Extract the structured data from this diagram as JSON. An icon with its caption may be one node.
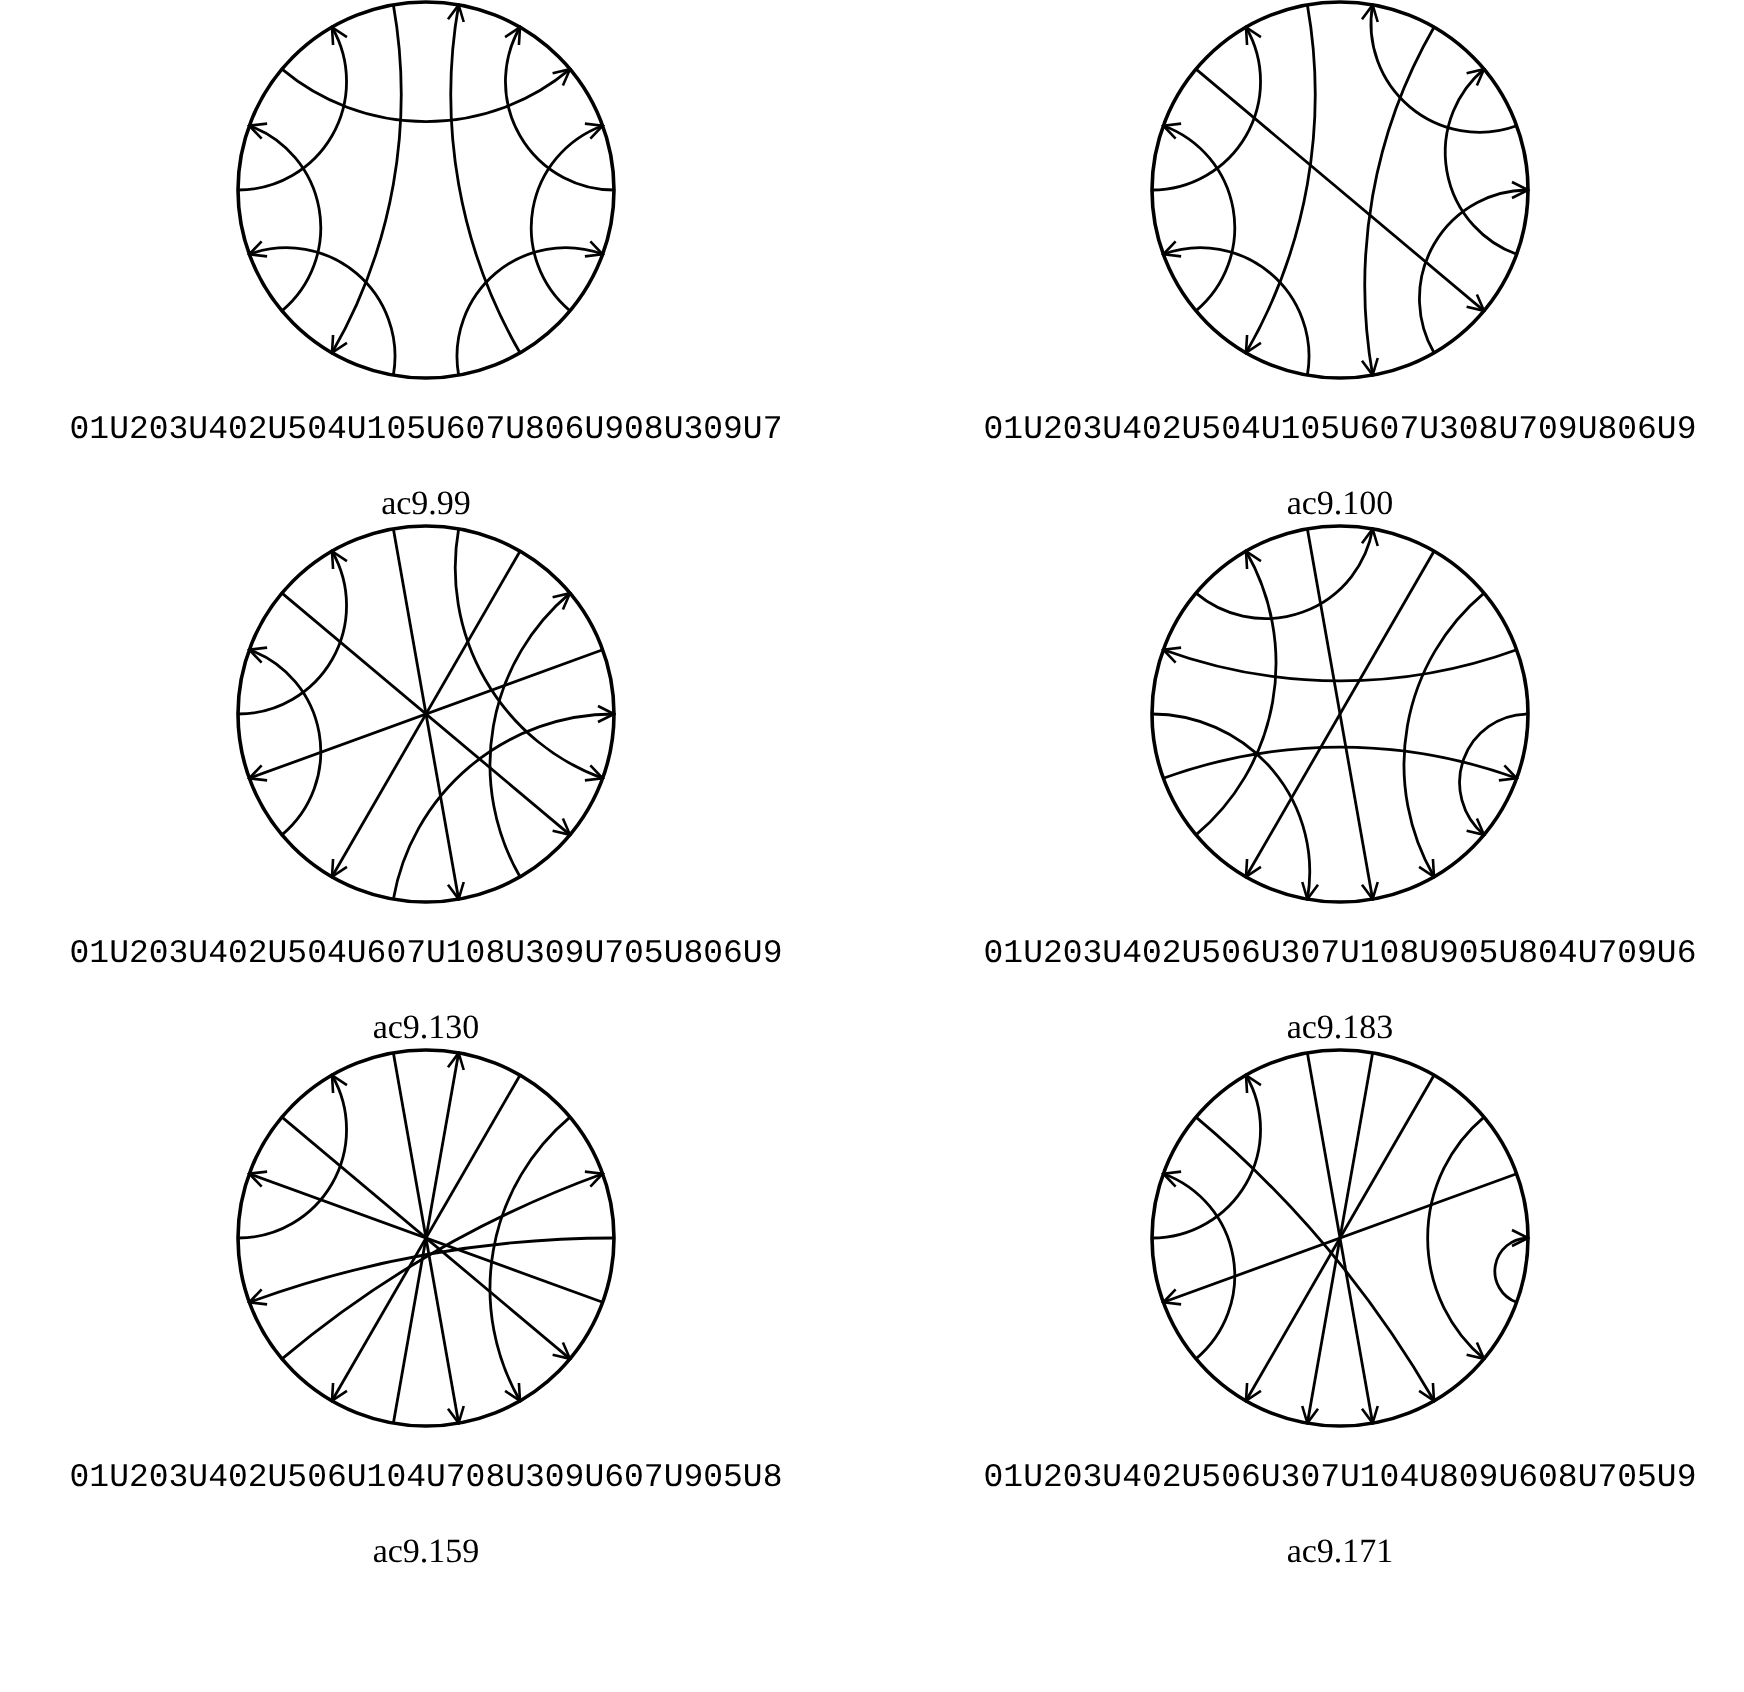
{
  "diagram": {
    "labels": [
      "01U203U402U504U105U607U806U908U309U7",
      "01U203U402U504U105U607U308U709U806U9",
      "ac9.99",
      "ac9.100",
      "01U203U402U504U607U108U309U705U806U9",
      "01U203U402U506U307U108U905U804U709U6",
      "ac9.130",
      "ac9.183",
      "01U203U402U506U104U708U309U607U905U8",
      "01U203U402U506U307U104U809U608U705U9",
      "ac9.159",
      "ac9.171"
    ]
  }
}
